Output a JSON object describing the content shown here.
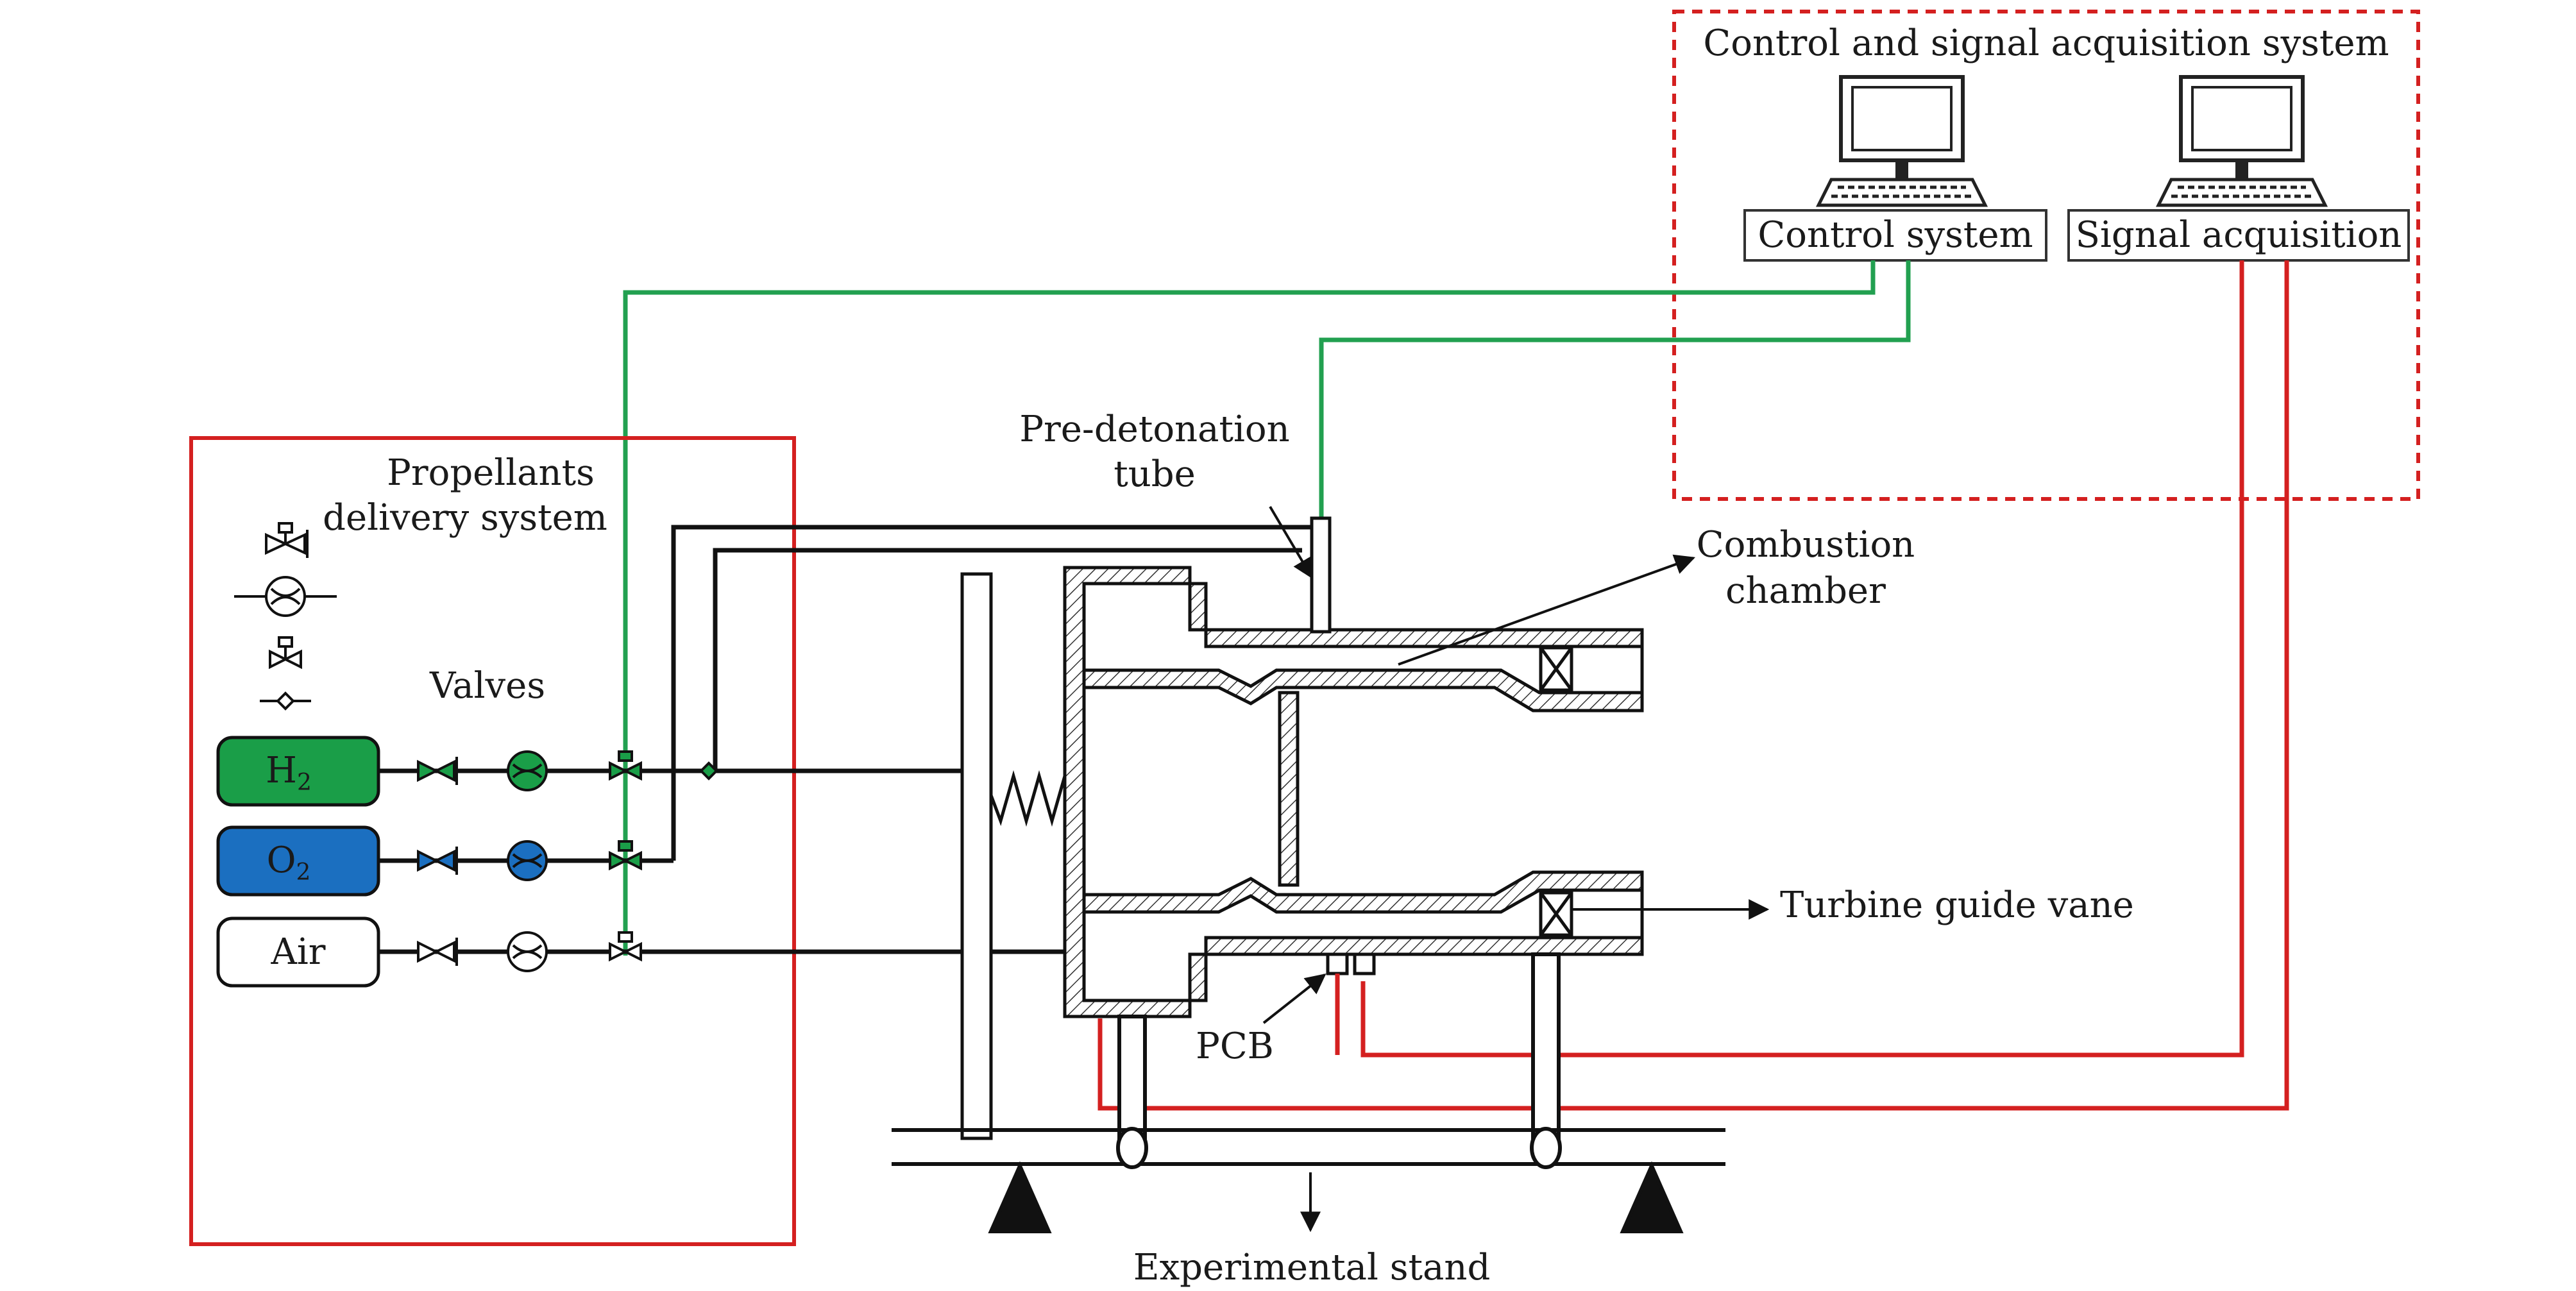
{
  "control_system_group": {
    "title": "Control and signal acquisition system",
    "control_label": "Control system",
    "signal_label": "Signal acquisition"
  },
  "propellants_group": {
    "title_line1": "Propellants",
    "title_line2": "delivery system",
    "valves_label": "Valves",
    "tanks": [
      {
        "label_main": "H",
        "label_sub": "2",
        "color": "#1a9e48"
      },
      {
        "label_main": "O",
        "label_sub": "2",
        "color": "#1b6fc0"
      },
      {
        "label_main": "Air",
        "label_sub": "",
        "color": "#ffffff"
      }
    ]
  },
  "labels": {
    "predetonation_line1": "Pre-detonation",
    "predetonation_line2": "tube",
    "combustion_line1": "Combustion",
    "combustion_line2": "chamber",
    "turbine": "Turbine guide vane",
    "pcb": "PCB",
    "stand": "Experimental stand"
  },
  "colors": {
    "control_line": "#22a050",
    "signal_line": "#d42020",
    "frame_red": "#d42020",
    "line_black": "#111111"
  }
}
